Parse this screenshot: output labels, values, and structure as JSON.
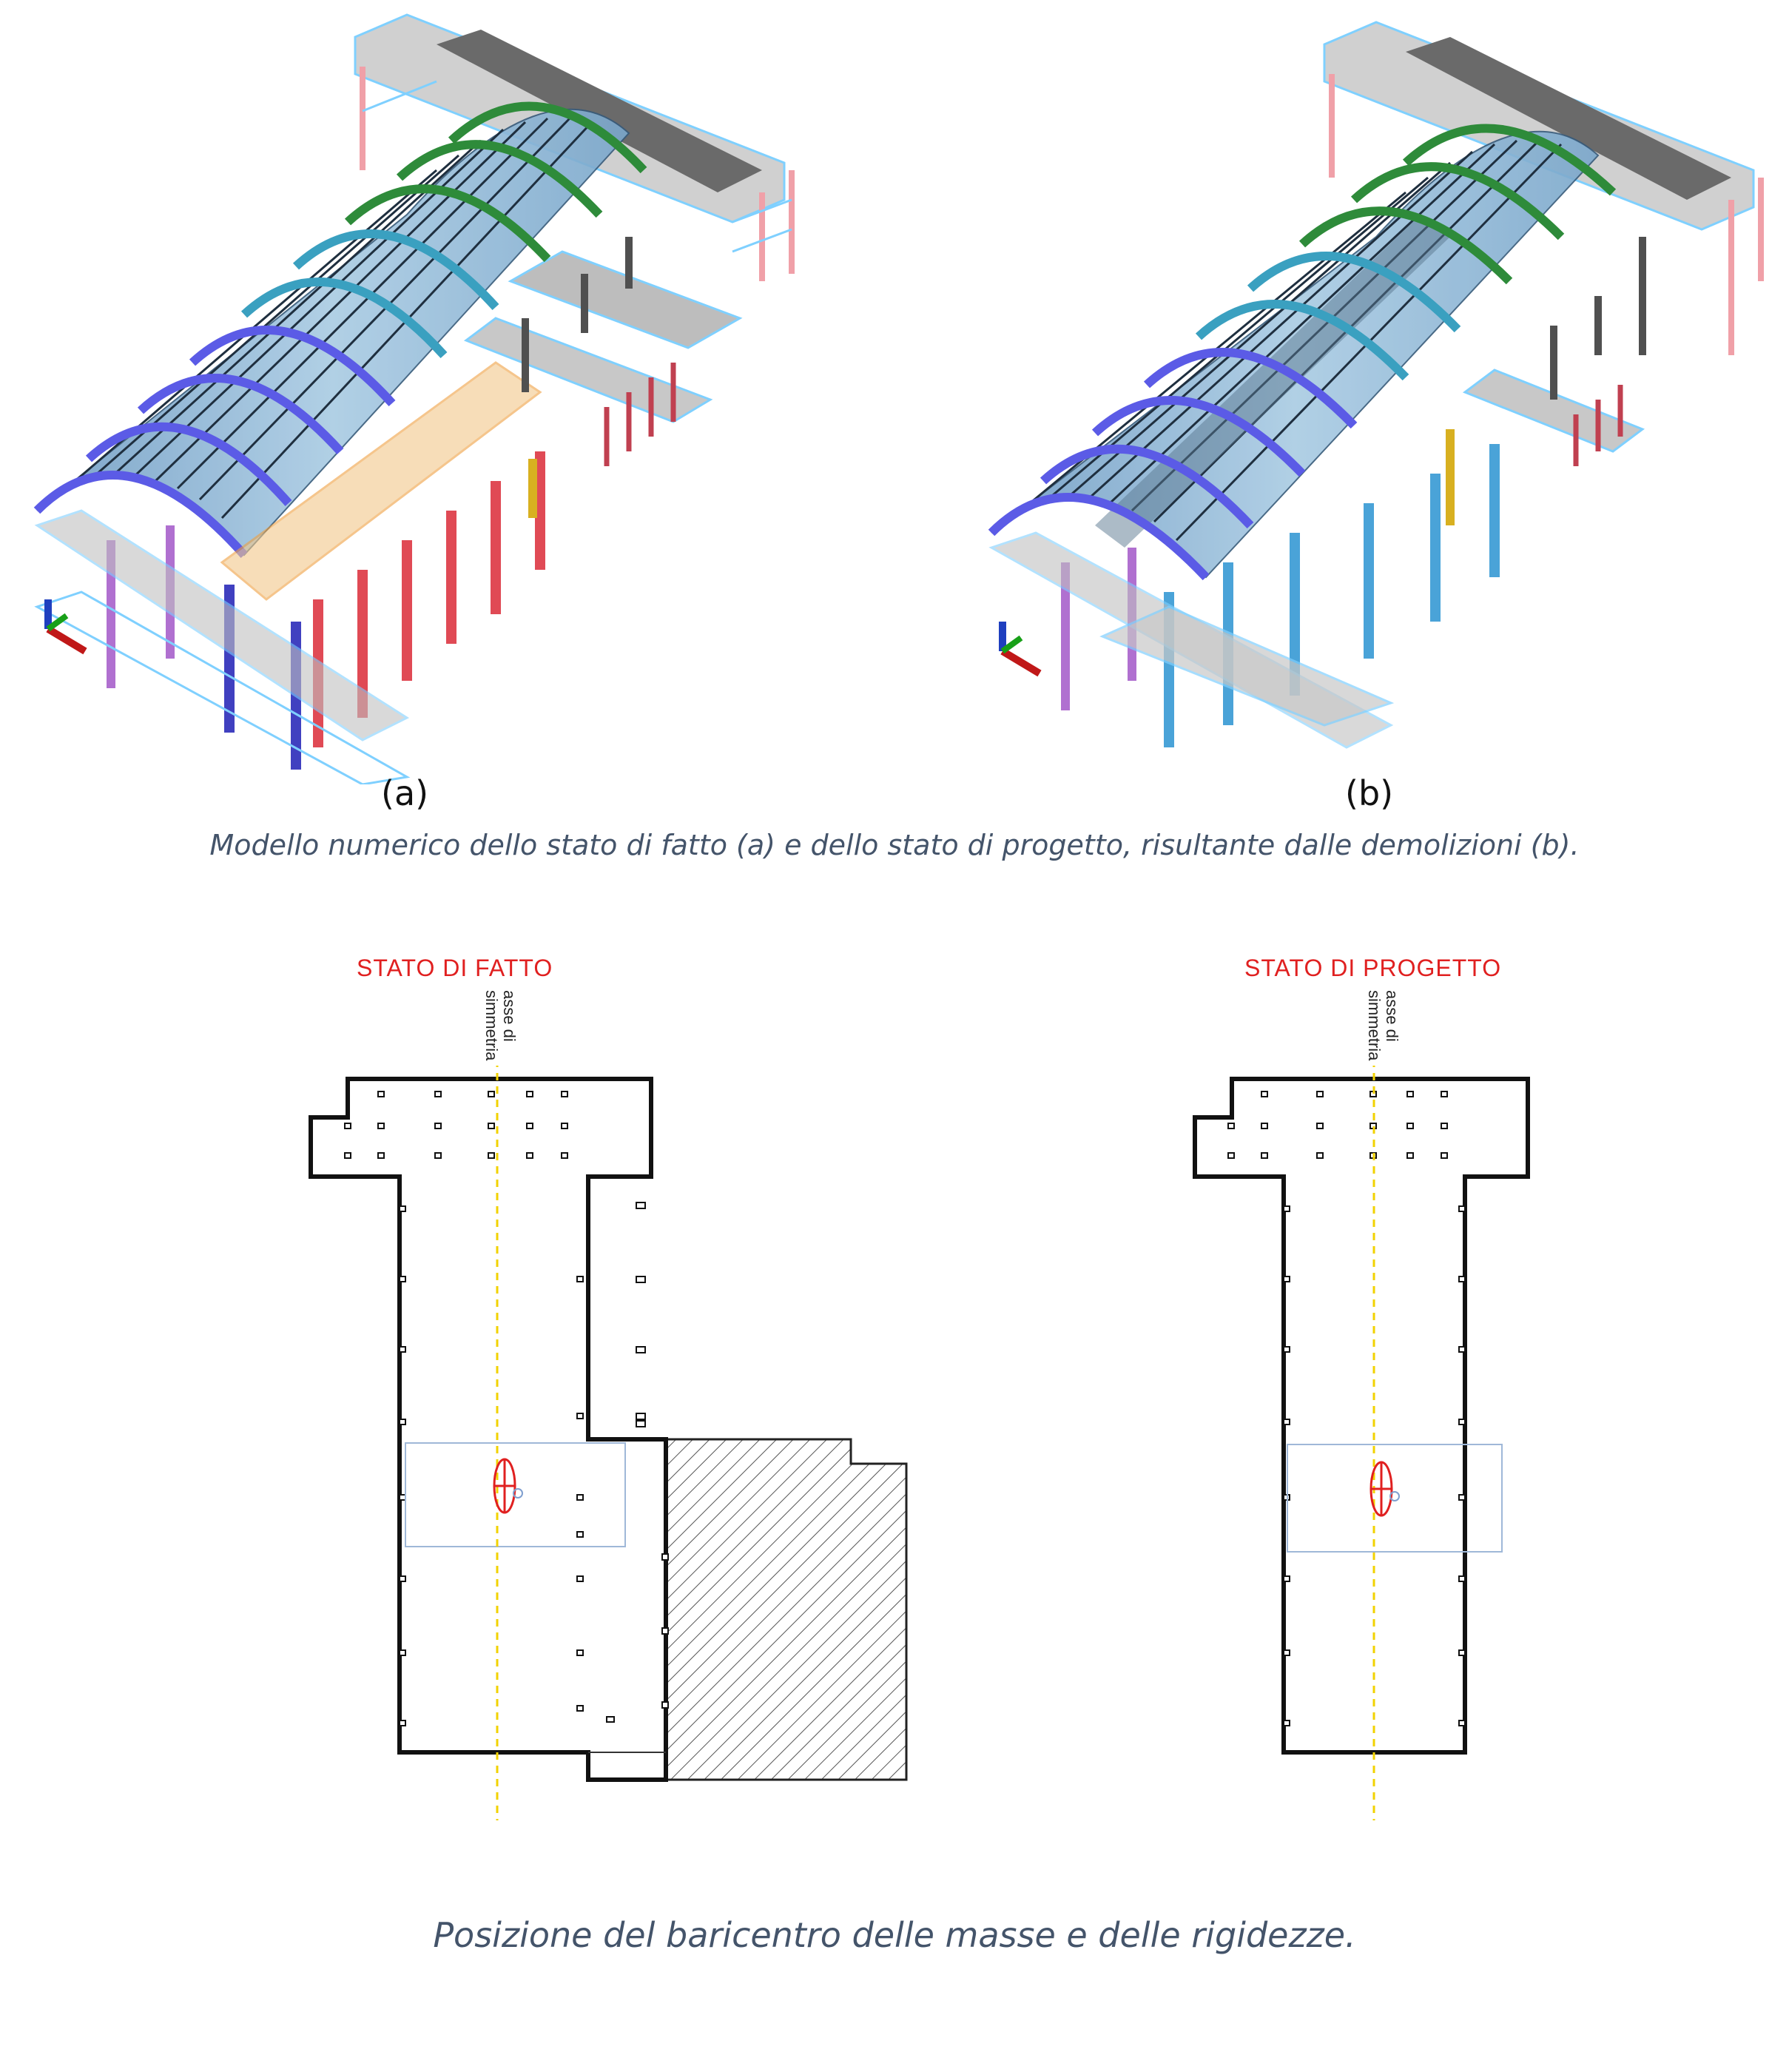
{
  "figure1": {
    "panel_a_label": "(a)",
    "panel_b_label": "(b)",
    "caption": "Modello numerico dello stato di fatto (a) e dello stato di progetto, risultante dalle demolizioni (b)."
  },
  "figure2": {
    "left_title": "STATO DI FATTO",
    "right_title": "STATO DI PROGETTO",
    "axis_label_line1": "asse di",
    "axis_label_line2": "simmetria",
    "caption": "Posizione del baricentro delle masse e delle rigidezze."
  },
  "colors": {
    "caption": "#44546a",
    "plan_title": "#e02020",
    "symmetry_axis": "#f2d200",
    "centroid": "#e02020",
    "roof": "#8fb8d8",
    "arch_blue": "#5b5be6",
    "arch_green": "#2e8b3a",
    "column_red": "#e04a55",
    "column_purple": "#b070d0",
    "column_cyan": "#4aa3d8"
  }
}
